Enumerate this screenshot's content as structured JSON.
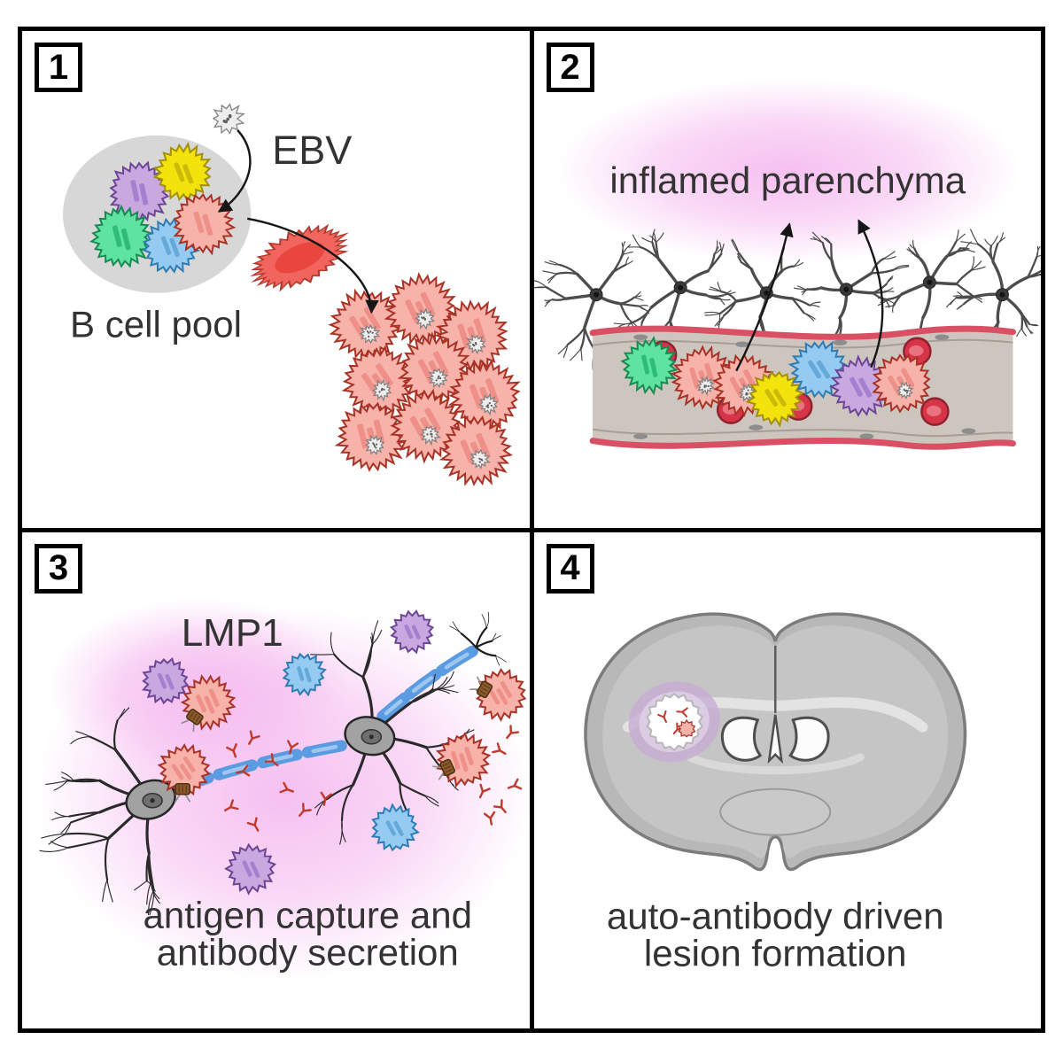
{
  "panels": {
    "p1": {
      "number": "1",
      "ebv_label": "EBV",
      "pool_label": "B cell pool"
    },
    "p2": {
      "number": "2",
      "glow_label": "inflamed parenchyma"
    },
    "p3": {
      "number": "3",
      "lmp1_label": "LMP1",
      "caption_line1": "antigen capture and",
      "caption_line2": "antibody secretion"
    },
    "p4": {
      "number": "4",
      "caption_line1": "auto-antibody driven",
      "caption_line2": "lesion formation"
    }
  },
  "colors": {
    "infected_pink": "#f7b2aa",
    "infected_outline": "#a93226",
    "purple_cell": "#c9a8e0",
    "yellow_cell": "#f2e30d",
    "green_cell": "#5fe3a1",
    "blue_cell": "#96cbf1",
    "red_blood_cell": "#d63447",
    "vessel_wall": "#d95065",
    "myelin_blue": "#5b9be2",
    "antibody_red": "#c0392b",
    "glow_pink": "#f5b9ef",
    "neuron_gray": "#4c4c4c",
    "brain_gray": "#b8b8b8",
    "lesion_purple": "#c7a9d4"
  }
}
